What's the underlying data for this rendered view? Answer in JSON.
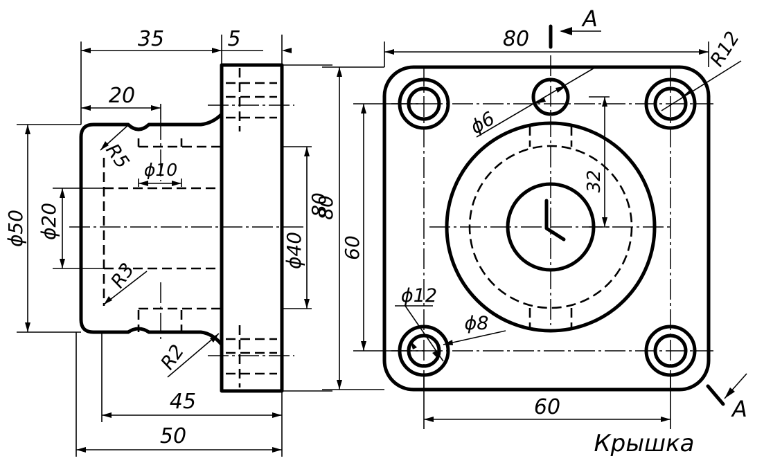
{
  "title": "Крышка",
  "section_label": "А",
  "side_view": {
    "dims": {
      "d35": "35",
      "d5": "5",
      "d20": "20",
      "r5": "R5",
      "phi10": "ϕ10",
      "phi50": "ϕ50",
      "phi20": "ϕ20",
      "r3": "R3",
      "phi40": "ϕ40",
      "d80": "80",
      "r2": "R2",
      "d45": "45",
      "d50": "50"
    }
  },
  "front_view": {
    "dims": {
      "d80_top": "80",
      "r12": "R12",
      "phi6": "ϕ6",
      "d32": "32",
      "d60_left": "60",
      "d80_left": "80",
      "phi12": "ϕ12",
      "phi8": "ϕ8",
      "d60_bottom": "60"
    }
  }
}
